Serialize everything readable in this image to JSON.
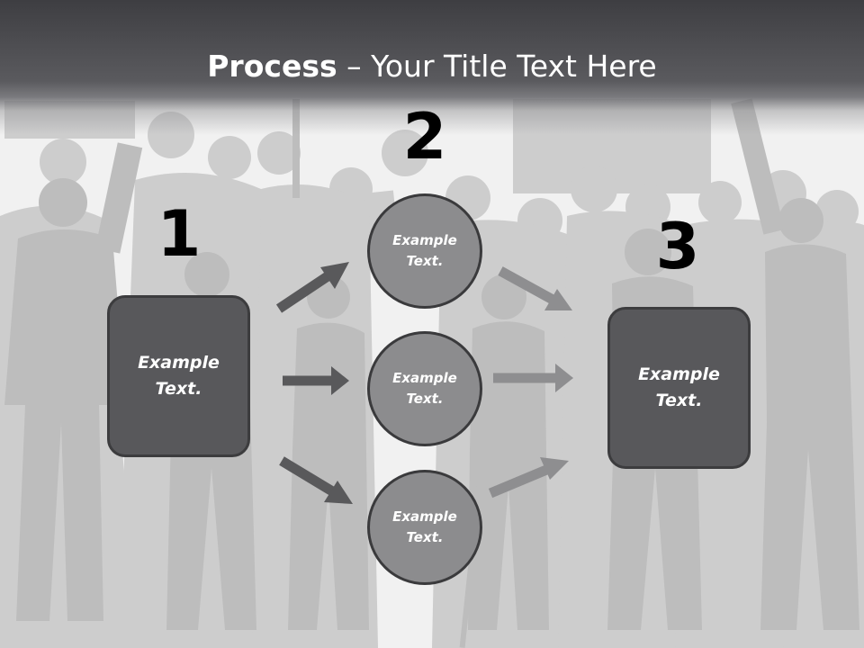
{
  "slide": {
    "title_strong": "Process",
    "title_rest": " – Your Title Text Here"
  },
  "steps": [
    {
      "number": "1"
    },
    {
      "number": "2"
    },
    {
      "number": "3"
    }
  ],
  "boxes": {
    "left": {
      "text": "Example Text."
    },
    "right": {
      "text": "Example Text."
    }
  },
  "circles": [
    {
      "text": "Example Text."
    },
    {
      "text": "Example Text."
    },
    {
      "text": "Example Text."
    }
  ],
  "colors": {
    "header_bar": "#3e3e42",
    "box_fill": "#58585b",
    "circle_fill": "#8c8c8e",
    "arrow_dark": "#59595b",
    "arrow_light": "#8e8e90",
    "background": "#f1f1f1",
    "crowd_silhouette": "#c4c4c4"
  }
}
